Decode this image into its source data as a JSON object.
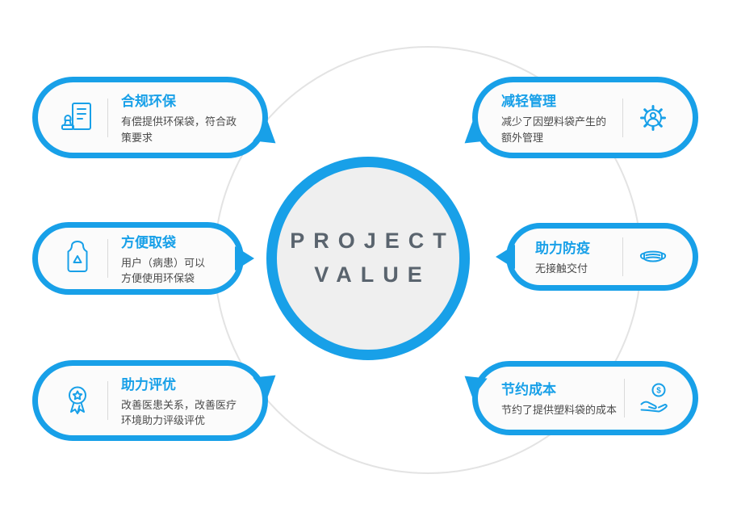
{
  "colors": {
    "accent": "#18A0E8",
    "center_fill": "#EFEFEF",
    "center_text": "#5A646E",
    "desc_text": "#4A4A4A",
    "ring_outline": "#E3E3E3"
  },
  "center": {
    "line1": "PROJECT",
    "line2": "VALUE"
  },
  "cards": [
    {
      "title": "合规环保",
      "desc": "有偿提供环保袋，符合政策要求",
      "icon": "stamp-icon",
      "side": "left"
    },
    {
      "title": "方便取袋",
      "desc": "用户（病患）可以方便使用环保袋",
      "icon": "bag-icon",
      "side": "left"
    },
    {
      "title": "助力评优",
      "desc": "改善医患关系，改善医疗环境助力评级评优",
      "icon": "medal-icon",
      "side": "left"
    },
    {
      "title": "减轻管理",
      "desc": "减少了因塑料袋产生的额外管理",
      "icon": "gear-person-icon",
      "side": "right"
    },
    {
      "title": "助力防疫",
      "desc": "无接触交付",
      "icon": "mask-icon",
      "side": "right"
    },
    {
      "title": "节约成本",
      "desc": "节约了提供塑料袋的成本",
      "icon": "hand-coin-icon",
      "side": "right"
    }
  ]
}
